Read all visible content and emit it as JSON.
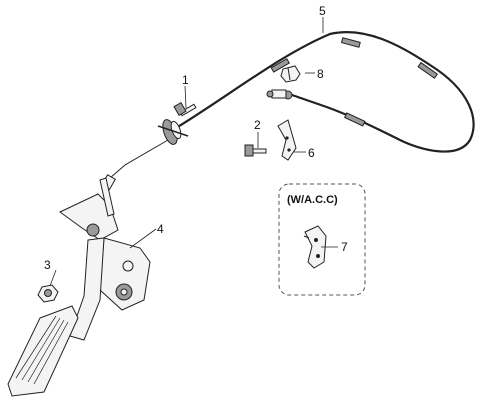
{
  "callouts": {
    "c1": "1",
    "c2": "2",
    "c3": "3",
    "c4": "4",
    "c5": "5",
    "c6": "6",
    "c7": "7",
    "c8": "8"
  },
  "option_box": {
    "label": "(W/A.C.C)"
  },
  "colors": {
    "ink": "#222222",
    "background": "#ffffff",
    "dash_box": "#555555"
  }
}
